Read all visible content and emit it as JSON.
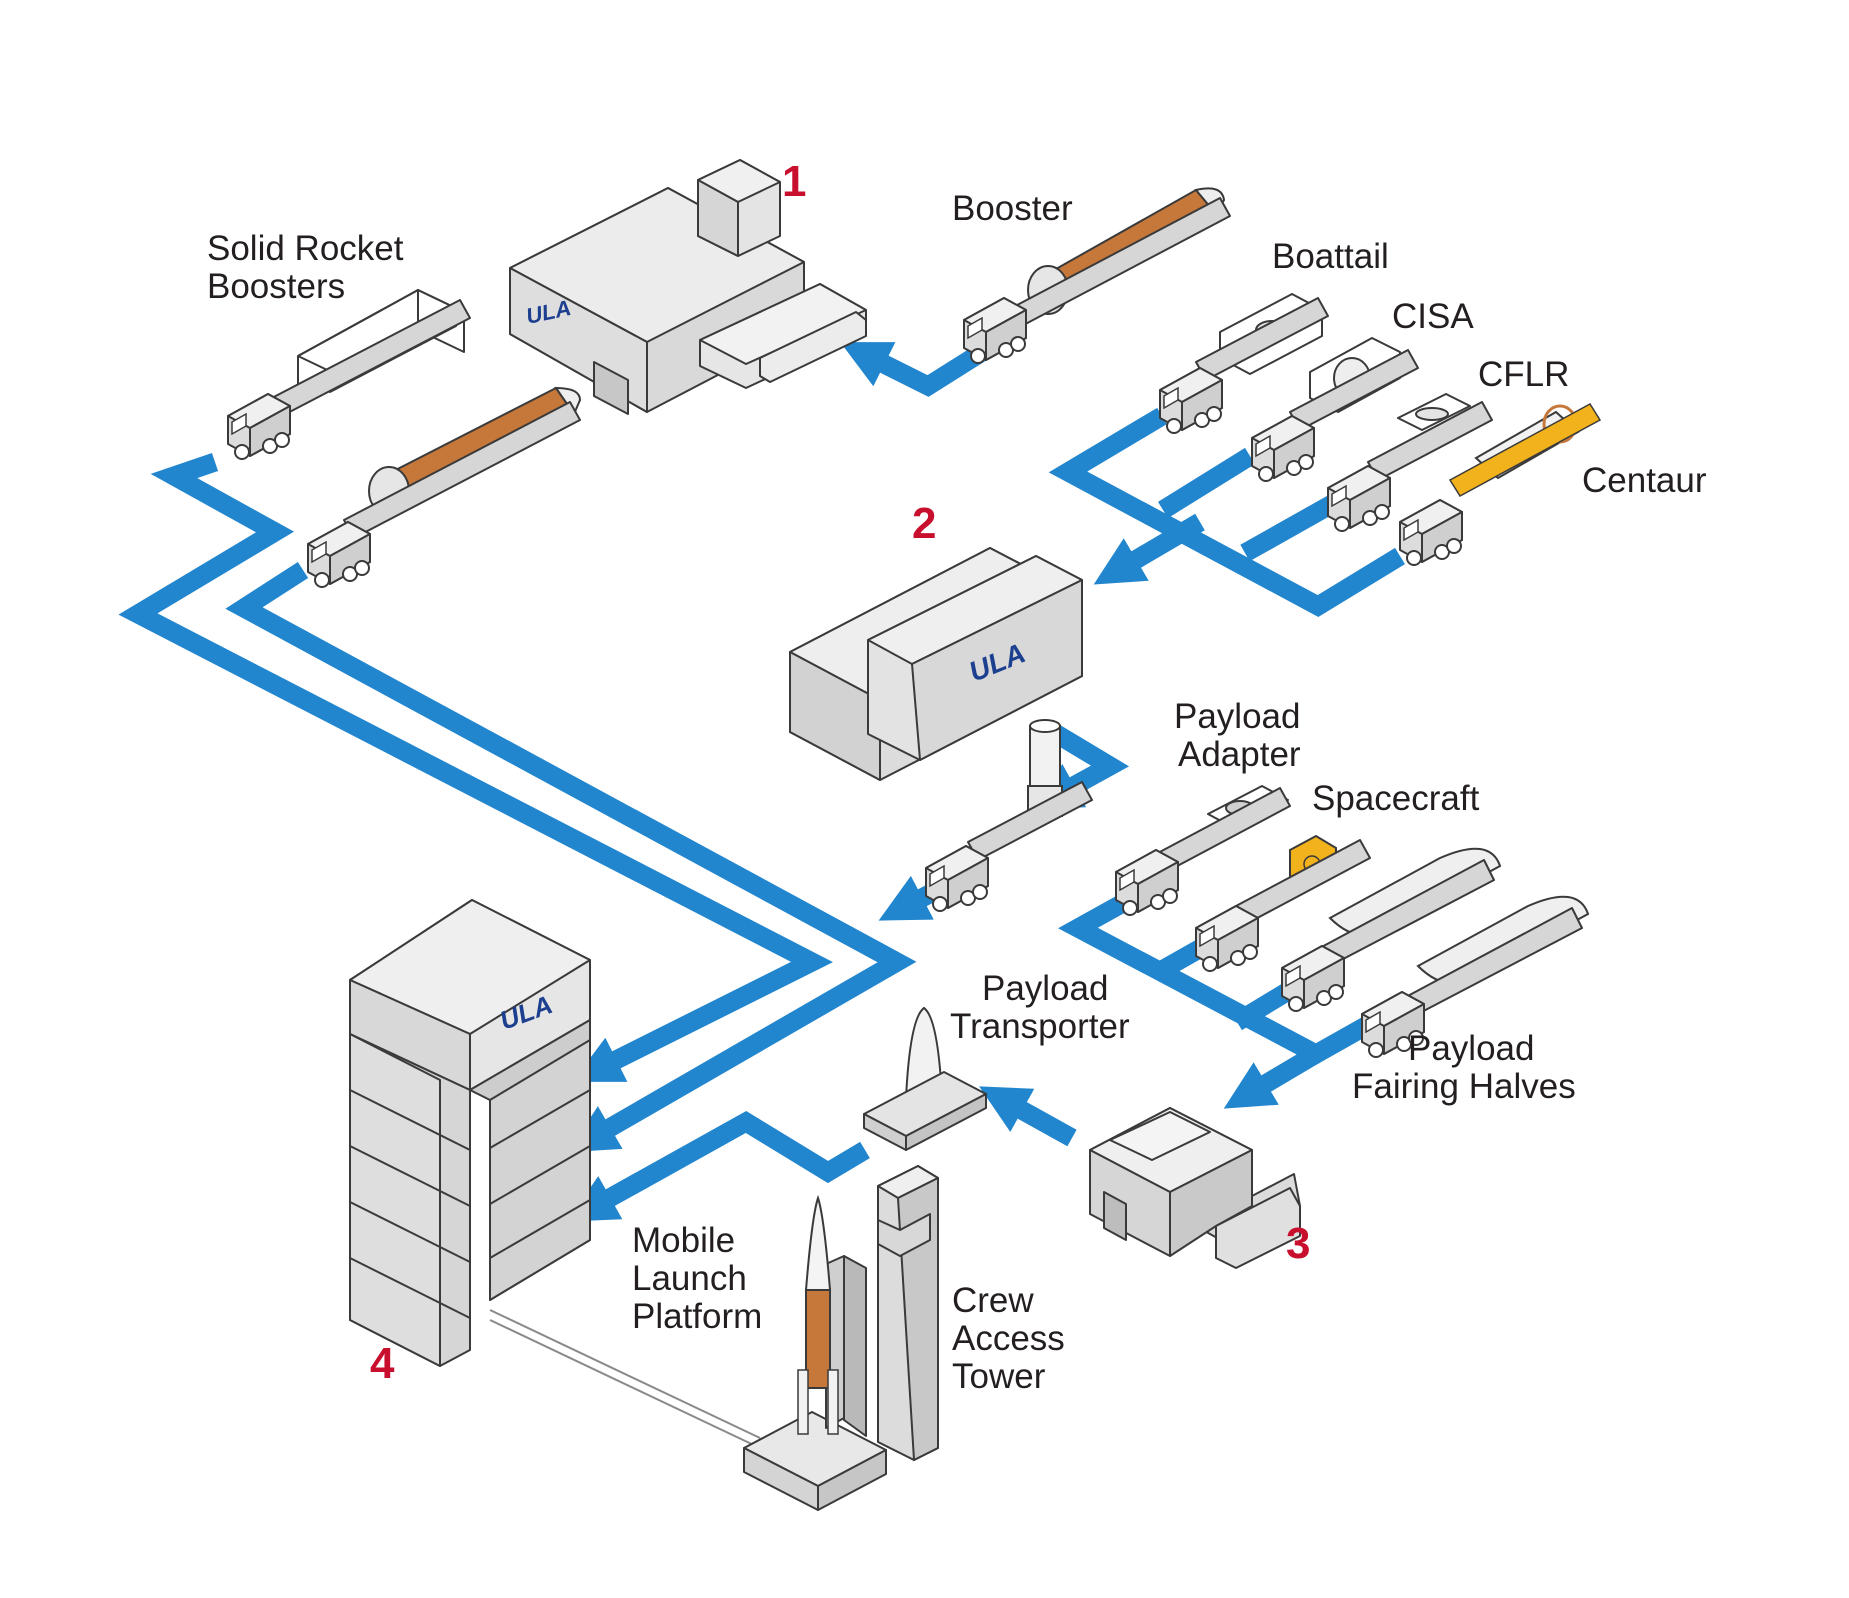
{
  "colors": {
    "flow": "#2286cf",
    "number": "#c8102e",
    "label": "#231f20",
    "booster_orange": "#c6783a",
    "spacecraft_yellow": "#f2b21c",
    "logo": "#1d3f8f",
    "building_light": "#e9e9e9",
    "building_mid": "#d6d6d6",
    "building_dark": "#c2c2c2"
  },
  "facilities": [
    {
      "number": "1"
    },
    {
      "number": "2"
    },
    {
      "number": "3"
    },
    {
      "number": "4"
    }
  ],
  "logo_text": "ULA",
  "labels": {
    "solid_rocket_boosters": [
      "Solid Rocket",
      "Boosters"
    ],
    "booster": "Booster",
    "boattail": "Boattail",
    "cisa": "CISA",
    "cflr": "CFLR",
    "centaur": "Centaur",
    "payload_adapter": [
      "Payload",
      "Adapter"
    ],
    "spacecraft": "Spacecraft",
    "payload_transporter": [
      "Payload",
      "Transporter"
    ],
    "payload_fairing_halves": [
      "Payload",
      "Fairing Halves"
    ],
    "mobile_launch_platform": [
      "Mobile",
      "Launch",
      "Platform"
    ],
    "crew_access_tower": [
      "Crew",
      "Access",
      "Tower"
    ]
  },
  "icons": [
    "truck-icon",
    "trailer-icon",
    "rocket-icon",
    "building-icon",
    "arrow-icon"
  ]
}
